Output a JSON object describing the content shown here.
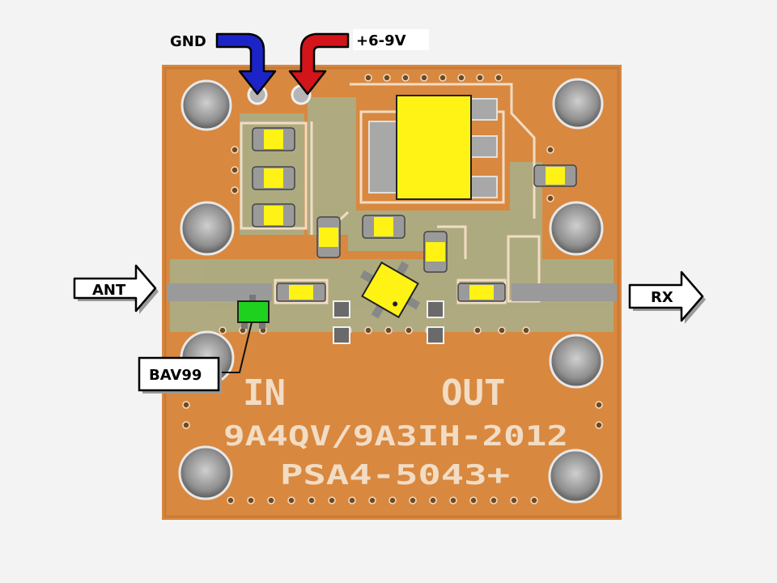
{
  "labels": {
    "gnd": "GND",
    "vcc": "+6-9V",
    "ant": "ANT",
    "rx": "RX",
    "bav": "BAV99"
  },
  "silkscreen": {
    "in": "IN",
    "out": "OUT",
    "credit": "9A4QV/9A3IH-2012",
    "part": "PSA4-5043+"
  },
  "colors": {
    "board": "#d9883f",
    "trace": "#a7b08c",
    "component": "#fff215",
    "diode": "#1fd11f",
    "gnd_arrow": "#1c24c8",
    "vcc_arrow": "#d3141a"
  }
}
